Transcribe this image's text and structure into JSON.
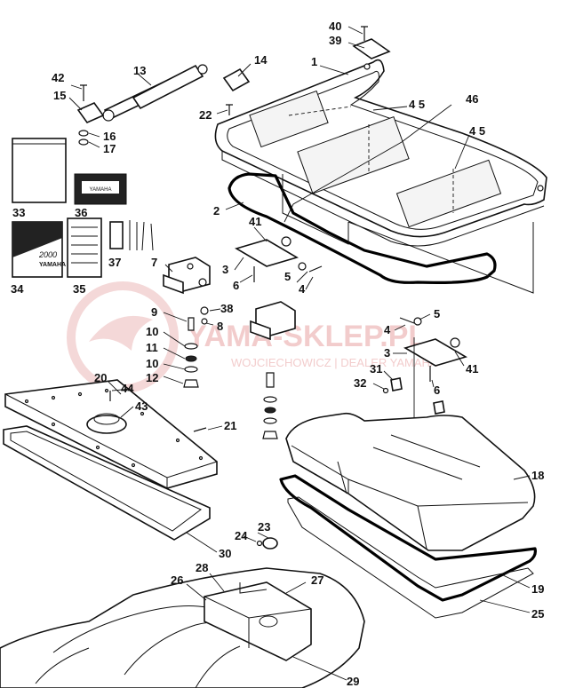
{
  "callouts": {
    "c1": "1",
    "c2": "2",
    "c3a": "3",
    "c3b": "3",
    "c4a": "4",
    "c4b": "4",
    "c5a": "5",
    "c5b": "5",
    "c6a": "6",
    "c6b": "6",
    "c7": "7",
    "c8": "8",
    "c9": "9",
    "c10a": "10",
    "c10b": "10",
    "c11": "11",
    "c12": "12",
    "c13": "13",
    "c14": "14",
    "c15": "15",
    "c16": "16",
    "c17": "17",
    "c18": "18",
    "c19": "19",
    "c20": "20",
    "c21": "21",
    "c22": "22",
    "c23": "23",
    "c24": "24",
    "c25": "25",
    "c26": "26",
    "c27": "27",
    "c28": "28",
    "c29": "29",
    "c30": "30",
    "c31": "31",
    "c32": "32",
    "c33": "33",
    "c34": "34",
    "c35": "35",
    "c36": "36",
    "c37": "37",
    "c38": "38",
    "c39": "39",
    "c40": "40",
    "c41a": "41",
    "c41b": "41",
    "c42": "42",
    "c43": "43",
    "c44": "44",
    "c45a": "4 5",
    "c45b": "4 5",
    "c46": "46"
  },
  "watermark": {
    "brand": "YAMA-SKLEP.PL",
    "sub": "WOJCIECHOWICZ | DEALER YAMAHA",
    "color": "#e9a3a3"
  },
  "video_label": "YAMAHA",
  "manual_label": "YAMAHA",
  "manual_model": "2000"
}
